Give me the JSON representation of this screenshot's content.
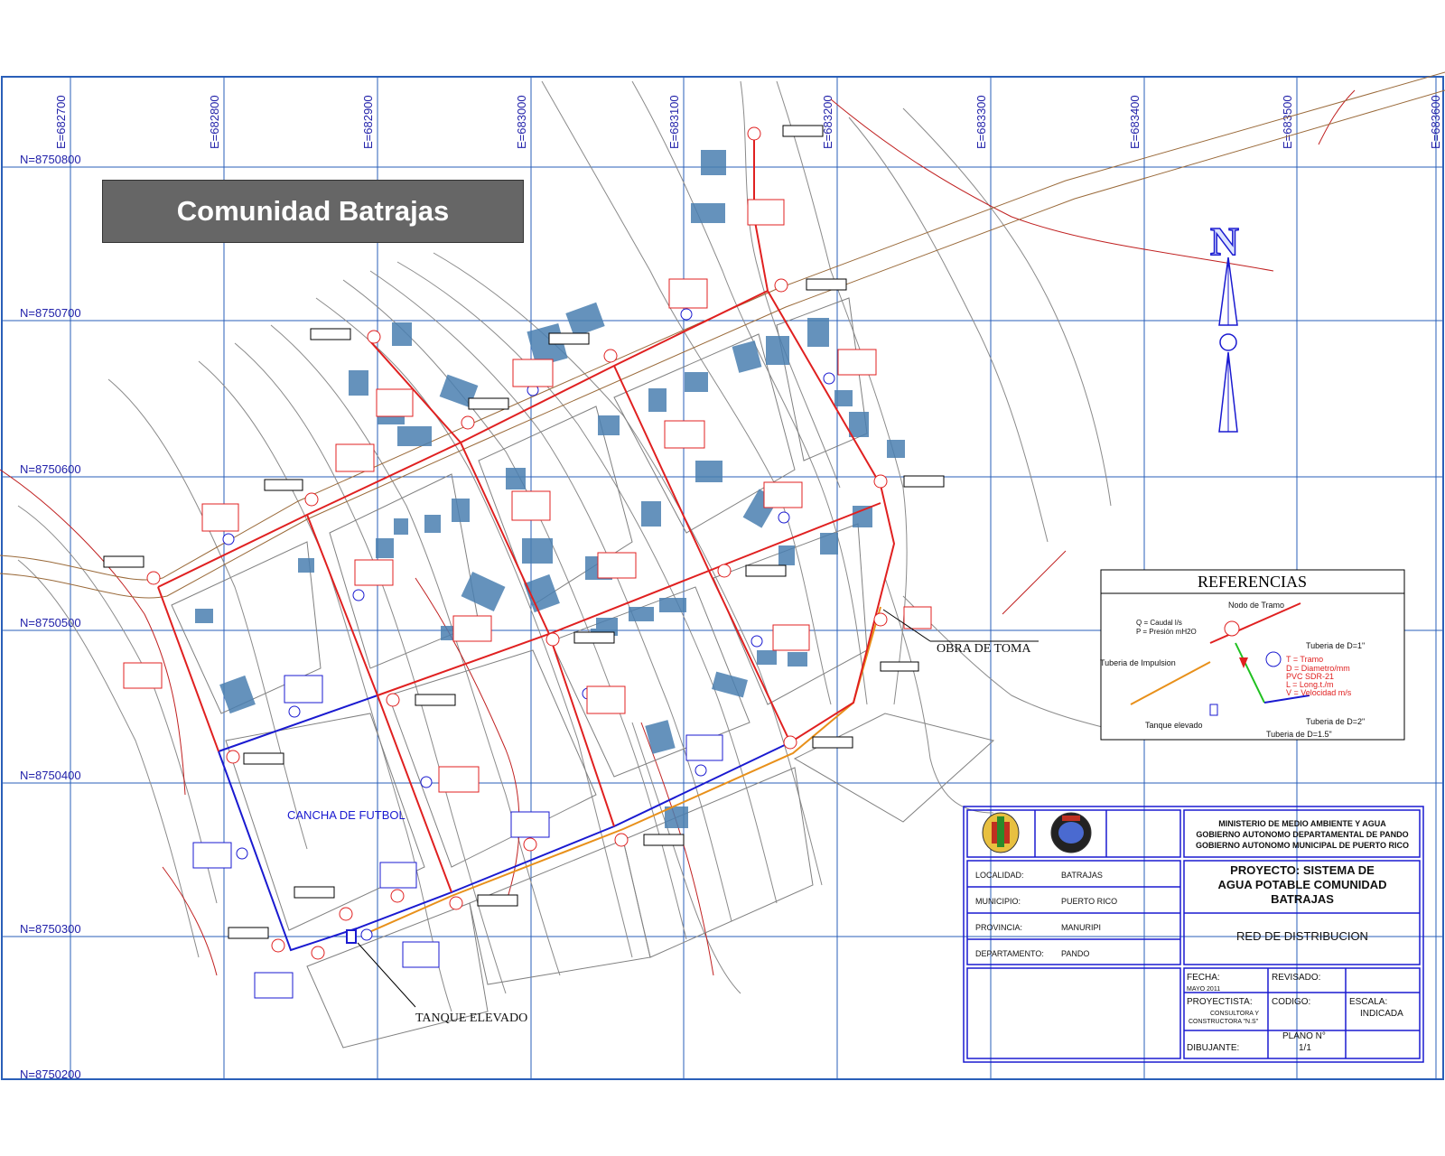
{
  "title": "Comunidad Batrajas",
  "easting_labels": [
    "E=682700",
    "E=682800",
    "E=682900",
    "E=683000",
    "E=683100",
    "E=683200",
    "E=683300",
    "E=683400",
    "E=683500",
    "E=683600"
  ],
  "northing_labels": [
    "N=8750800",
    "N=8750700",
    "N=8750600",
    "N=8750500",
    "N=8750400",
    "N=8750300",
    "N=8750200"
  ],
  "north_arrow": "N",
  "place_labels": {
    "cancha": "CANCHA  DE  FUTBOL",
    "obra_toma": "OBRA DE TOMA",
    "tanque": "TANQUE ELEVADO"
  },
  "references": {
    "title": "REFERENCIAS",
    "nodo": "Nodo de Tramo",
    "node_note_1": "Q = Caudal l/s",
    "node_note_2": "P = Presión mH2O",
    "tuberia_impulsion": "Tuberia de Impulsion",
    "tuberia_d1": "Tuberia de D=1\"",
    "tuberia_d2": "Tuberia de D=2\"",
    "tuberia_d15": "Tuberia de D=1.5\"",
    "tanque": "Tanque elevado",
    "tramo_1": "T = Tramo",
    "tramo_2": "D = Diametro/mm",
    "tramo_3": "PVC SDR-21",
    "tramo_4": "L = Long.t./m",
    "tramo_5": "V = Velocidad m/s"
  },
  "title_block": {
    "entity_1": "MINISTERIO DE MEDIO AMBIENTE Y  AGUA",
    "entity_2": "GOBIERNO AUTONOMO  DEPARTAMENTAL DE PANDO",
    "entity_3": "GOBIERNO AUTONOMO MUNICIPAL DE PUERTO RICO",
    "localidad_label": "LOCALIDAD:",
    "localidad_value": "BATRAJAS",
    "municipio_label": "MUNICIPIO:",
    "municipio_value": "PUERTO RICO",
    "provincia_label": "PROVINCIA:",
    "provincia_value": "MANURIPI",
    "departamento_label": "DEPARTAMENTO:",
    "departamento_value": "PANDO",
    "project_1": "PROYECTO: SISTEMA DE",
    "project_2": "AGUA POTABLE COMUNIDAD",
    "project_3": "BATRAJAS",
    "subtitle": "RED DE DISTRIBUCION",
    "fecha_label": "FECHA:",
    "fecha_value": "MAYO 2011",
    "revisado_label": "REVISADO:",
    "proyectista_label": "PROYECTISTA:",
    "proyectista_value_1": "CONSULTORA Y",
    "proyectista_value_2": "CONSTRUCTORA \"N.S\"",
    "codigo_label": "CODIGO:",
    "escala_label": "ESCALA:",
    "escala_value": "INDICADA",
    "plano_label": "PLANO N°",
    "plano_value": "1/1",
    "dibujante_label": "DIBUJANTE:"
  },
  "colors": {
    "grid": "#2a5fb8",
    "red_pipe": "#e02020",
    "blue_pipe": "#1a1ad0",
    "impulsion": "#e8901a",
    "contour": "#8a8a8a",
    "roads": "#9a6a3a",
    "houses": "#4a7fb0",
    "title_bg": "#666666"
  }
}
